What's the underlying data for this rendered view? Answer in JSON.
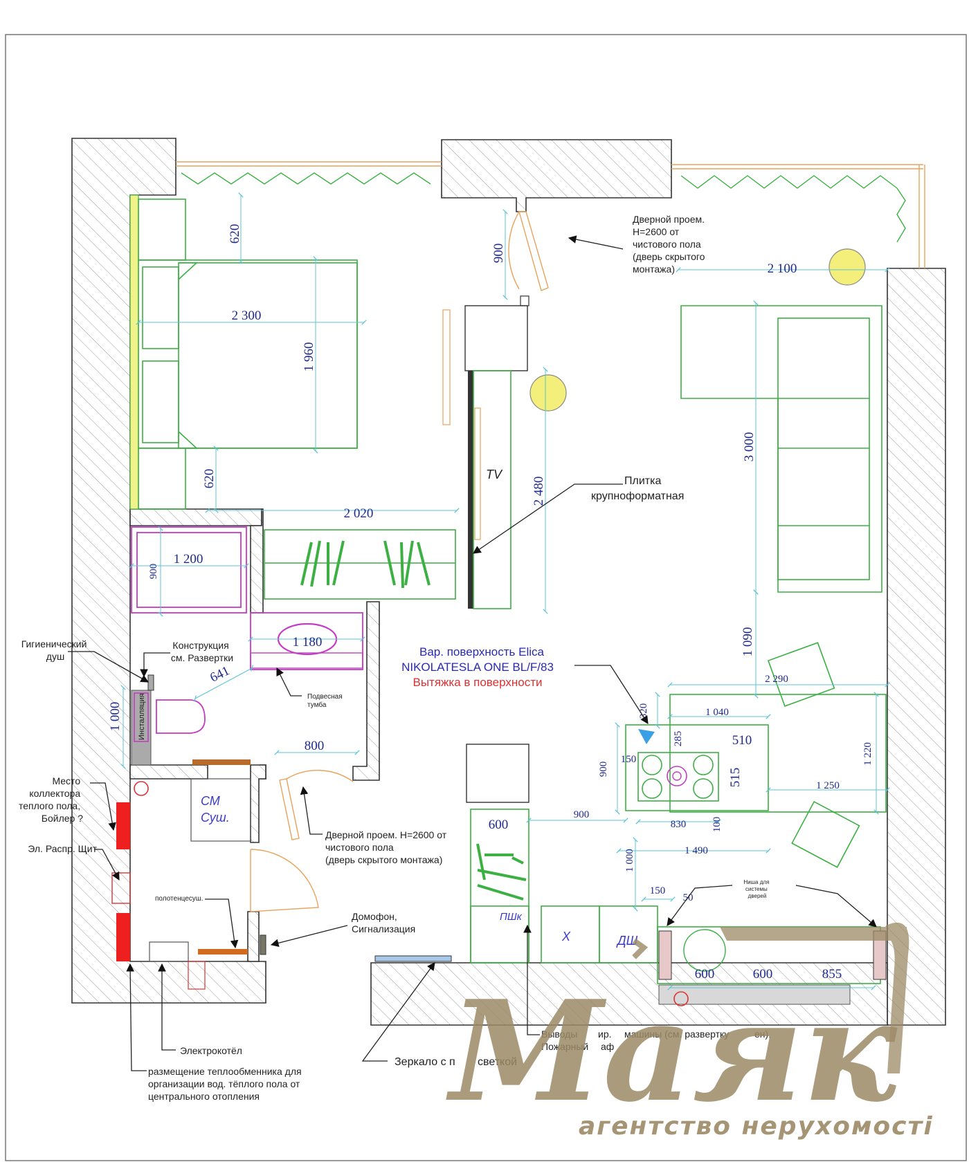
{
  "dimensions": {
    "d620_top": "620",
    "d2300": "2 300",
    "d1960": "1 960",
    "d620_bot": "620",
    "d2020": "2 020",
    "d900_door": "900",
    "d2100": "2 100",
    "d3000": "3 000",
    "d2480": "2 480",
    "d1200": "1 200",
    "d900_bath": "900",
    "d1180": "1 180",
    "d641": "641",
    "d1000_wc": "1 000",
    "d800": "800",
    "d1090": "1 090",
    "d2290": "2 290",
    "d1040": "1 040",
    "d320": "320",
    "d285": "285",
    "d510": "510",
    "d150_a": "150",
    "d900_isl": "900",
    "d515": "515",
    "d1220": "1 220",
    "d1250": "1 250",
    "d830": "830",
    "d100": "100",
    "d900_b": "900",
    "d600_a": "600",
    "d1490": "1 490",
    "d1000_b": "1 000",
    "d150_b": "150",
    "d50": "50",
    "d600_b": "600",
    "d600_c": "600",
    "d855": "855"
  },
  "labels": {
    "tv": "TV",
    "cm_1": "СМ",
    "cm_2": "Суш.",
    "pshk": "ПШк",
    "x": "Х",
    "dsh": "ДШ",
    "install": "Инсталляция",
    "towel": "полотенцесуш."
  },
  "notes": {
    "door_top": [
      "Дверной проем.",
      "H=2600 от",
      "чистового пола",
      "(дверь скрытого",
      "монтажа)"
    ],
    "tile": [
      "Плитка",
      "крупноформатная"
    ],
    "hob_1": "Вар. поверхность Elica",
    "hob_2": "NIKOLATESLA ONE BL/F/83",
    "hood": "Вытяжка в поверхности",
    "hyg": [
      "Гигиенический",
      "душ"
    ],
    "constr": [
      "Конструкция",
      "см. Развертки"
    ],
    "cabinet": [
      "Подвесная",
      "тумба"
    ],
    "collector": [
      "Место",
      "коллектора",
      "теплого пола,",
      "Бойлер ?"
    ],
    "panel": "Эл. Распр. Щит",
    "door_mid": [
      "Дверной проем. H=2600 от",
      "чистового пола",
      "(дверь скрытого монтажа)"
    ],
    "intercom": [
      "Домофон,",
      "Сигнализация"
    ],
    "niche": [
      "Ниша для",
      "системы",
      "дверей"
    ],
    "outputs": [
      "Выводы",
      "ир.",
      "машины (см. развертку",
      "ен),",
      "Пожарный",
      "аф"
    ],
    "mirror": [
      "Зеркало с п",
      "светкой"
    ],
    "boiler": "Электрокотёл",
    "exchanger": [
      "размещение теплообменника для",
      "организации вод. тёплого пола от",
      "центрального отопления"
    ]
  },
  "brand": {
    "name": "Маяк",
    "tagline": "агентство нерухомості"
  },
  "colors": {
    "furniture": "#3cb043",
    "bath": "#c43cc4",
    "dimension": "#1e2a8c",
    "dimline": "#5bc4d8",
    "hood": "#e03030",
    "lamp": "#f3ef7a",
    "brand": "#9c8a66"
  }
}
